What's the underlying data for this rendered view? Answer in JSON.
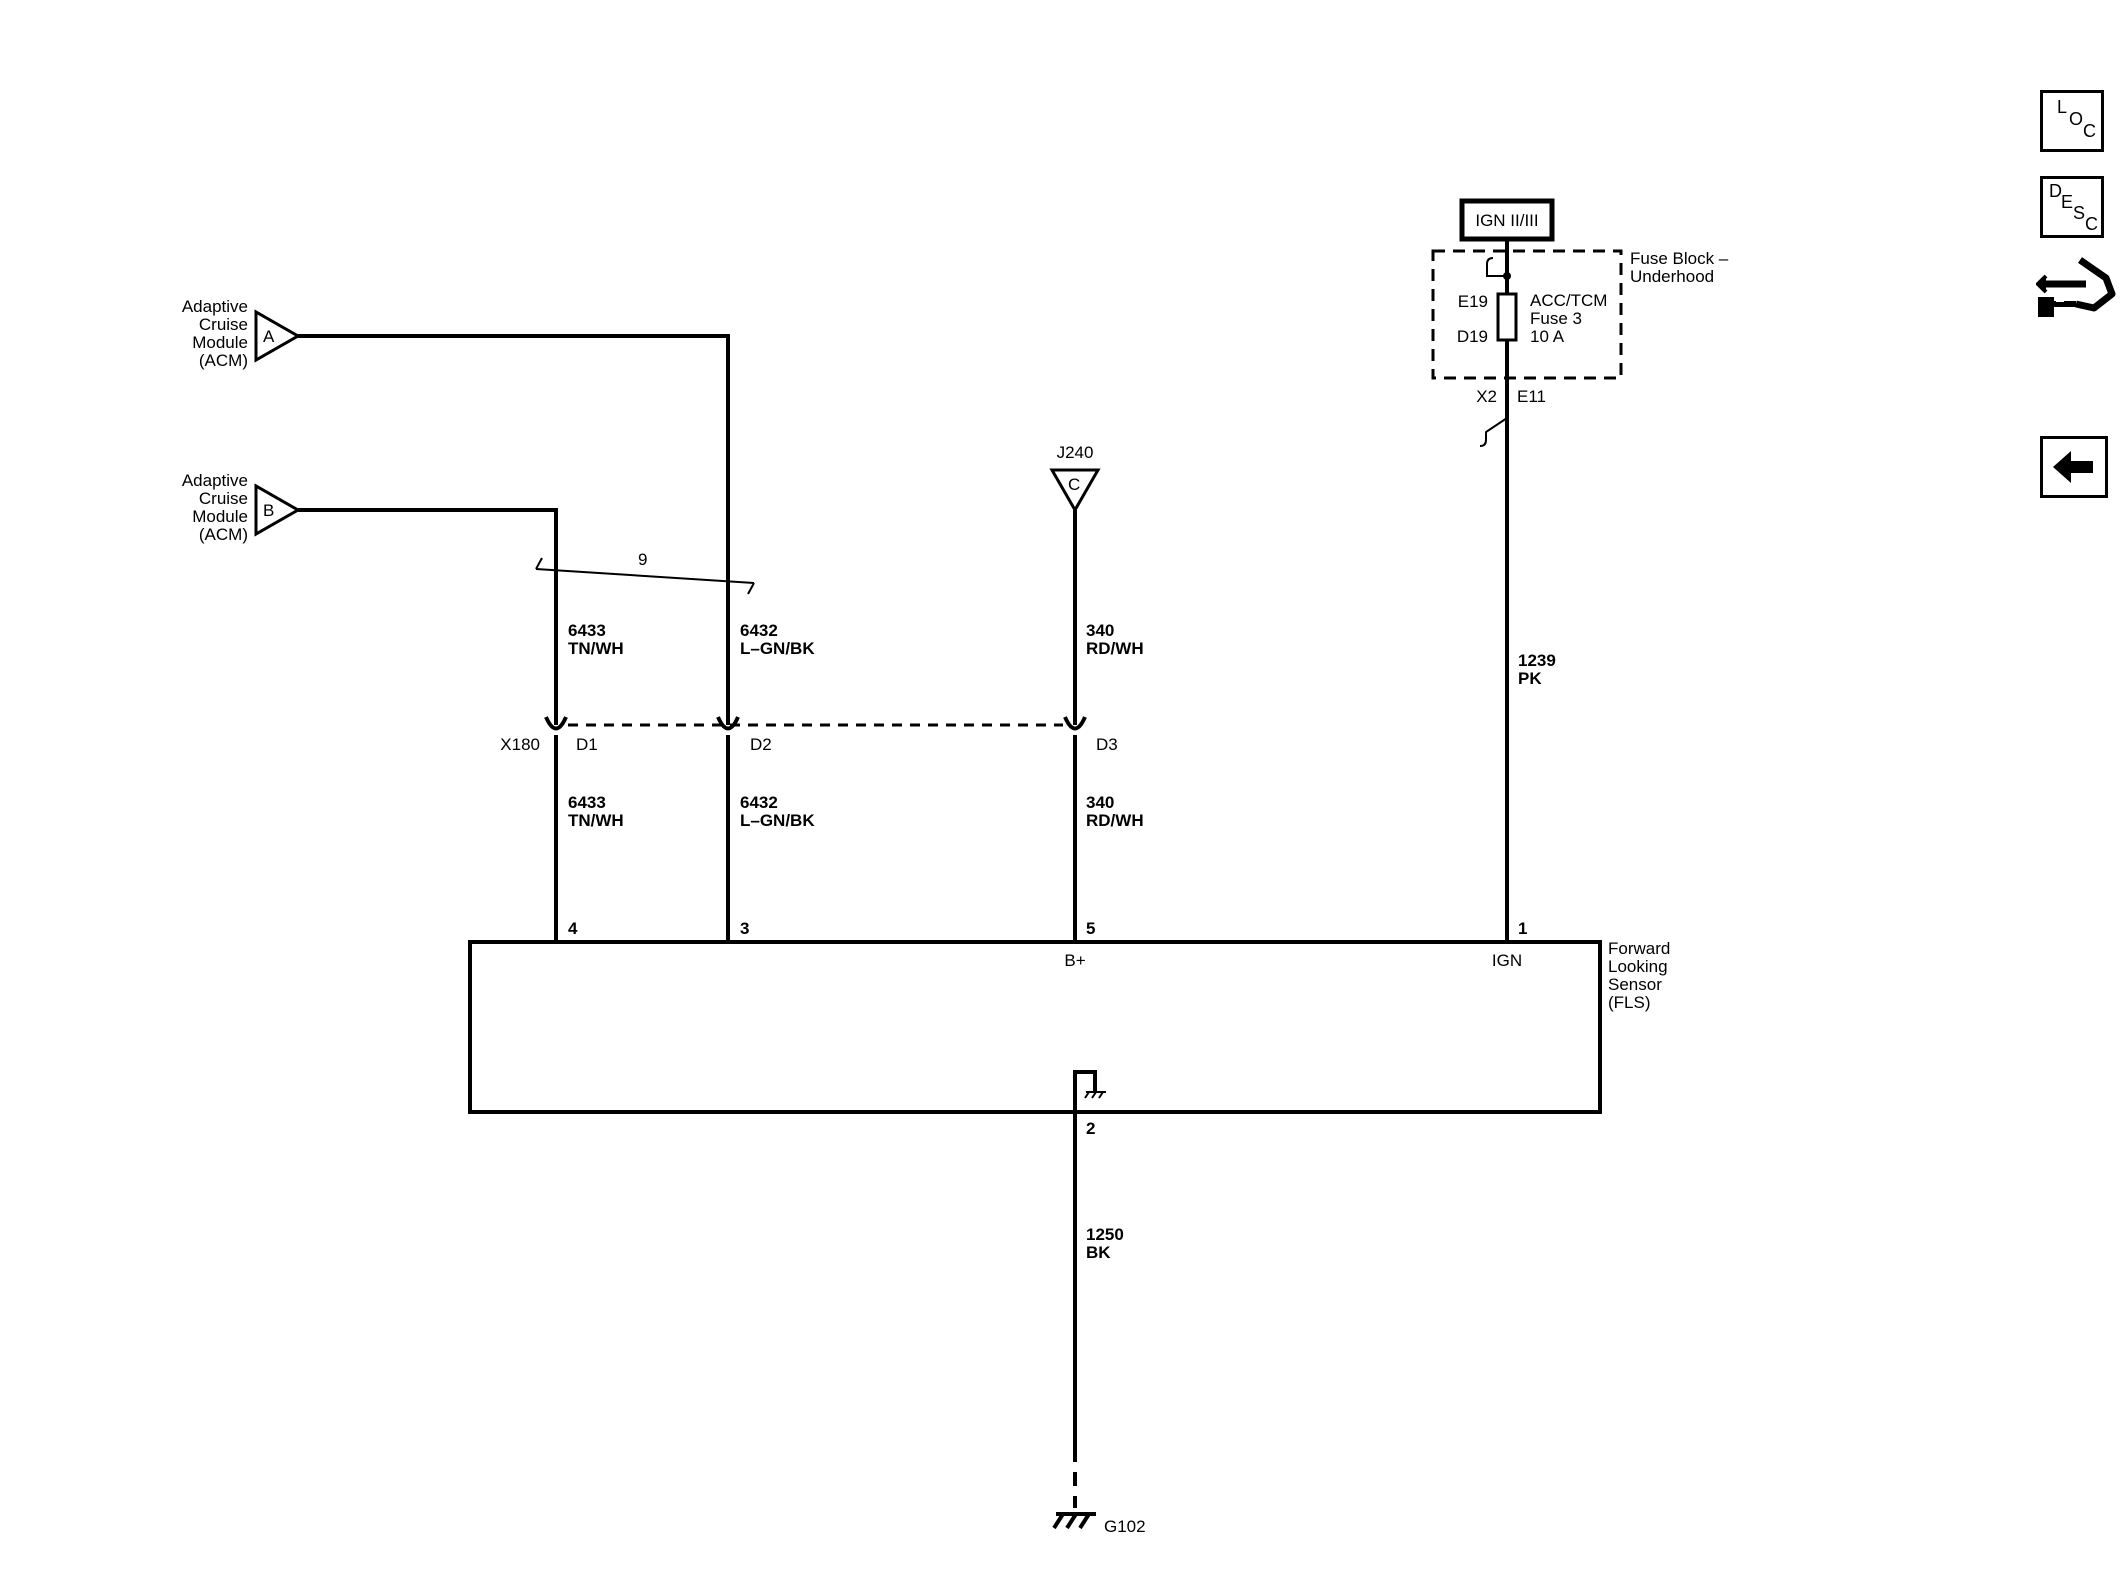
{
  "connectors": {
    "acm_a": {
      "lines": [
        "Adaptive",
        "Cruise",
        "Module",
        "(ACM)"
      ],
      "pin": "A"
    },
    "acm_b": {
      "lines": [
        "Adaptive",
        "Cruise",
        "Module",
        "(ACM)"
      ],
      "pin": "B"
    },
    "j240": {
      "name": "J240",
      "pin": "C"
    }
  },
  "twisted_pair": {
    "label": "9"
  },
  "power": {
    "source": "IGN II/III",
    "fuse_block": [
      "Fuse Block –",
      "Underhood"
    ],
    "fuse_name": [
      "ACC/TCM",
      "Fuse 3",
      "10 A"
    ],
    "fuse_in_pin": "E19",
    "fuse_out_pin": "D19",
    "harness_conn": "X2",
    "harness_pin": "E11"
  },
  "wires": {
    "w6433_top": [
      "6433",
      "TN/WH"
    ],
    "w6432_top": [
      "6432",
      "L–GN/BK"
    ],
    "w340_top": [
      "340",
      "RD/WH"
    ],
    "w1239": [
      "1239",
      "PK"
    ],
    "w6433_bot": [
      "6433",
      "TN/WH"
    ],
    "w6432_bot": [
      "6432",
      "L–GN/BK"
    ],
    "w340_bot": [
      "340",
      "RD/WH"
    ],
    "w1250": [
      "1250",
      "BK"
    ]
  },
  "inline": {
    "name": "X180",
    "pins": [
      "D1",
      "D2",
      "D3"
    ]
  },
  "module": {
    "name": [
      "Forward",
      "Looking",
      "Sensor",
      "(FLS)"
    ],
    "pins": [
      "4",
      "3",
      "5",
      "1"
    ],
    "pin_labels": {
      "b_plus": "B+",
      "ign": "IGN"
    },
    "ground_pin": "2"
  },
  "ground": {
    "name": "G102"
  },
  "side_buttons": {
    "loc": [
      "L",
      "O",
      "C"
    ],
    "desc": [
      "D",
      "E",
      "S",
      "C"
    ]
  }
}
